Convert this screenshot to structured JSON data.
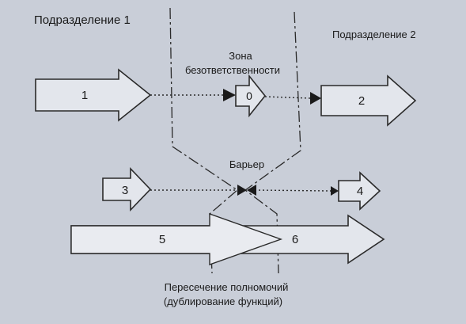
{
  "divisions": {
    "left": "Подразделение 1",
    "right": "Подразделение 2"
  },
  "zones": {
    "gap_line1": "Зона",
    "gap_line2": "безответственности",
    "barrier": "Барьер",
    "overlap_line1": "Пересечение полномочий",
    "overlap_line2": "(дублирование функций)"
  },
  "arrows": {
    "a1": "1",
    "a2": "2",
    "a0": "0",
    "a3": "3",
    "a4": "4",
    "a5": "5",
    "a6": "6"
  },
  "colors": {
    "background": "#c9ced8",
    "arrow_fill": "#e3e6ec",
    "stroke": "#2a2a2a"
  }
}
